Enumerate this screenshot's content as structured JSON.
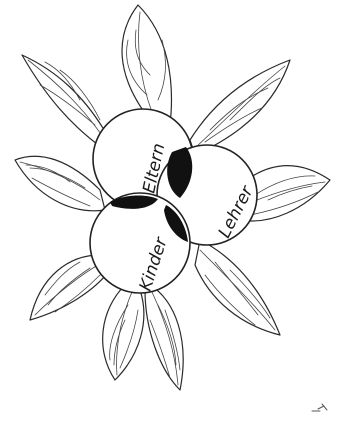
{
  "diagram": {
    "circles": [
      {
        "id": "eltern",
        "label": "Eltern"
      },
      {
        "id": "lehrer",
        "label": "Lehrer"
      },
      {
        "id": "kinder",
        "label": "Kinder"
      }
    ],
    "leaf_count": 9,
    "colors": {
      "ink": "#222222",
      "overlap_fill": "#111111",
      "paper": "#ffffff"
    }
  }
}
